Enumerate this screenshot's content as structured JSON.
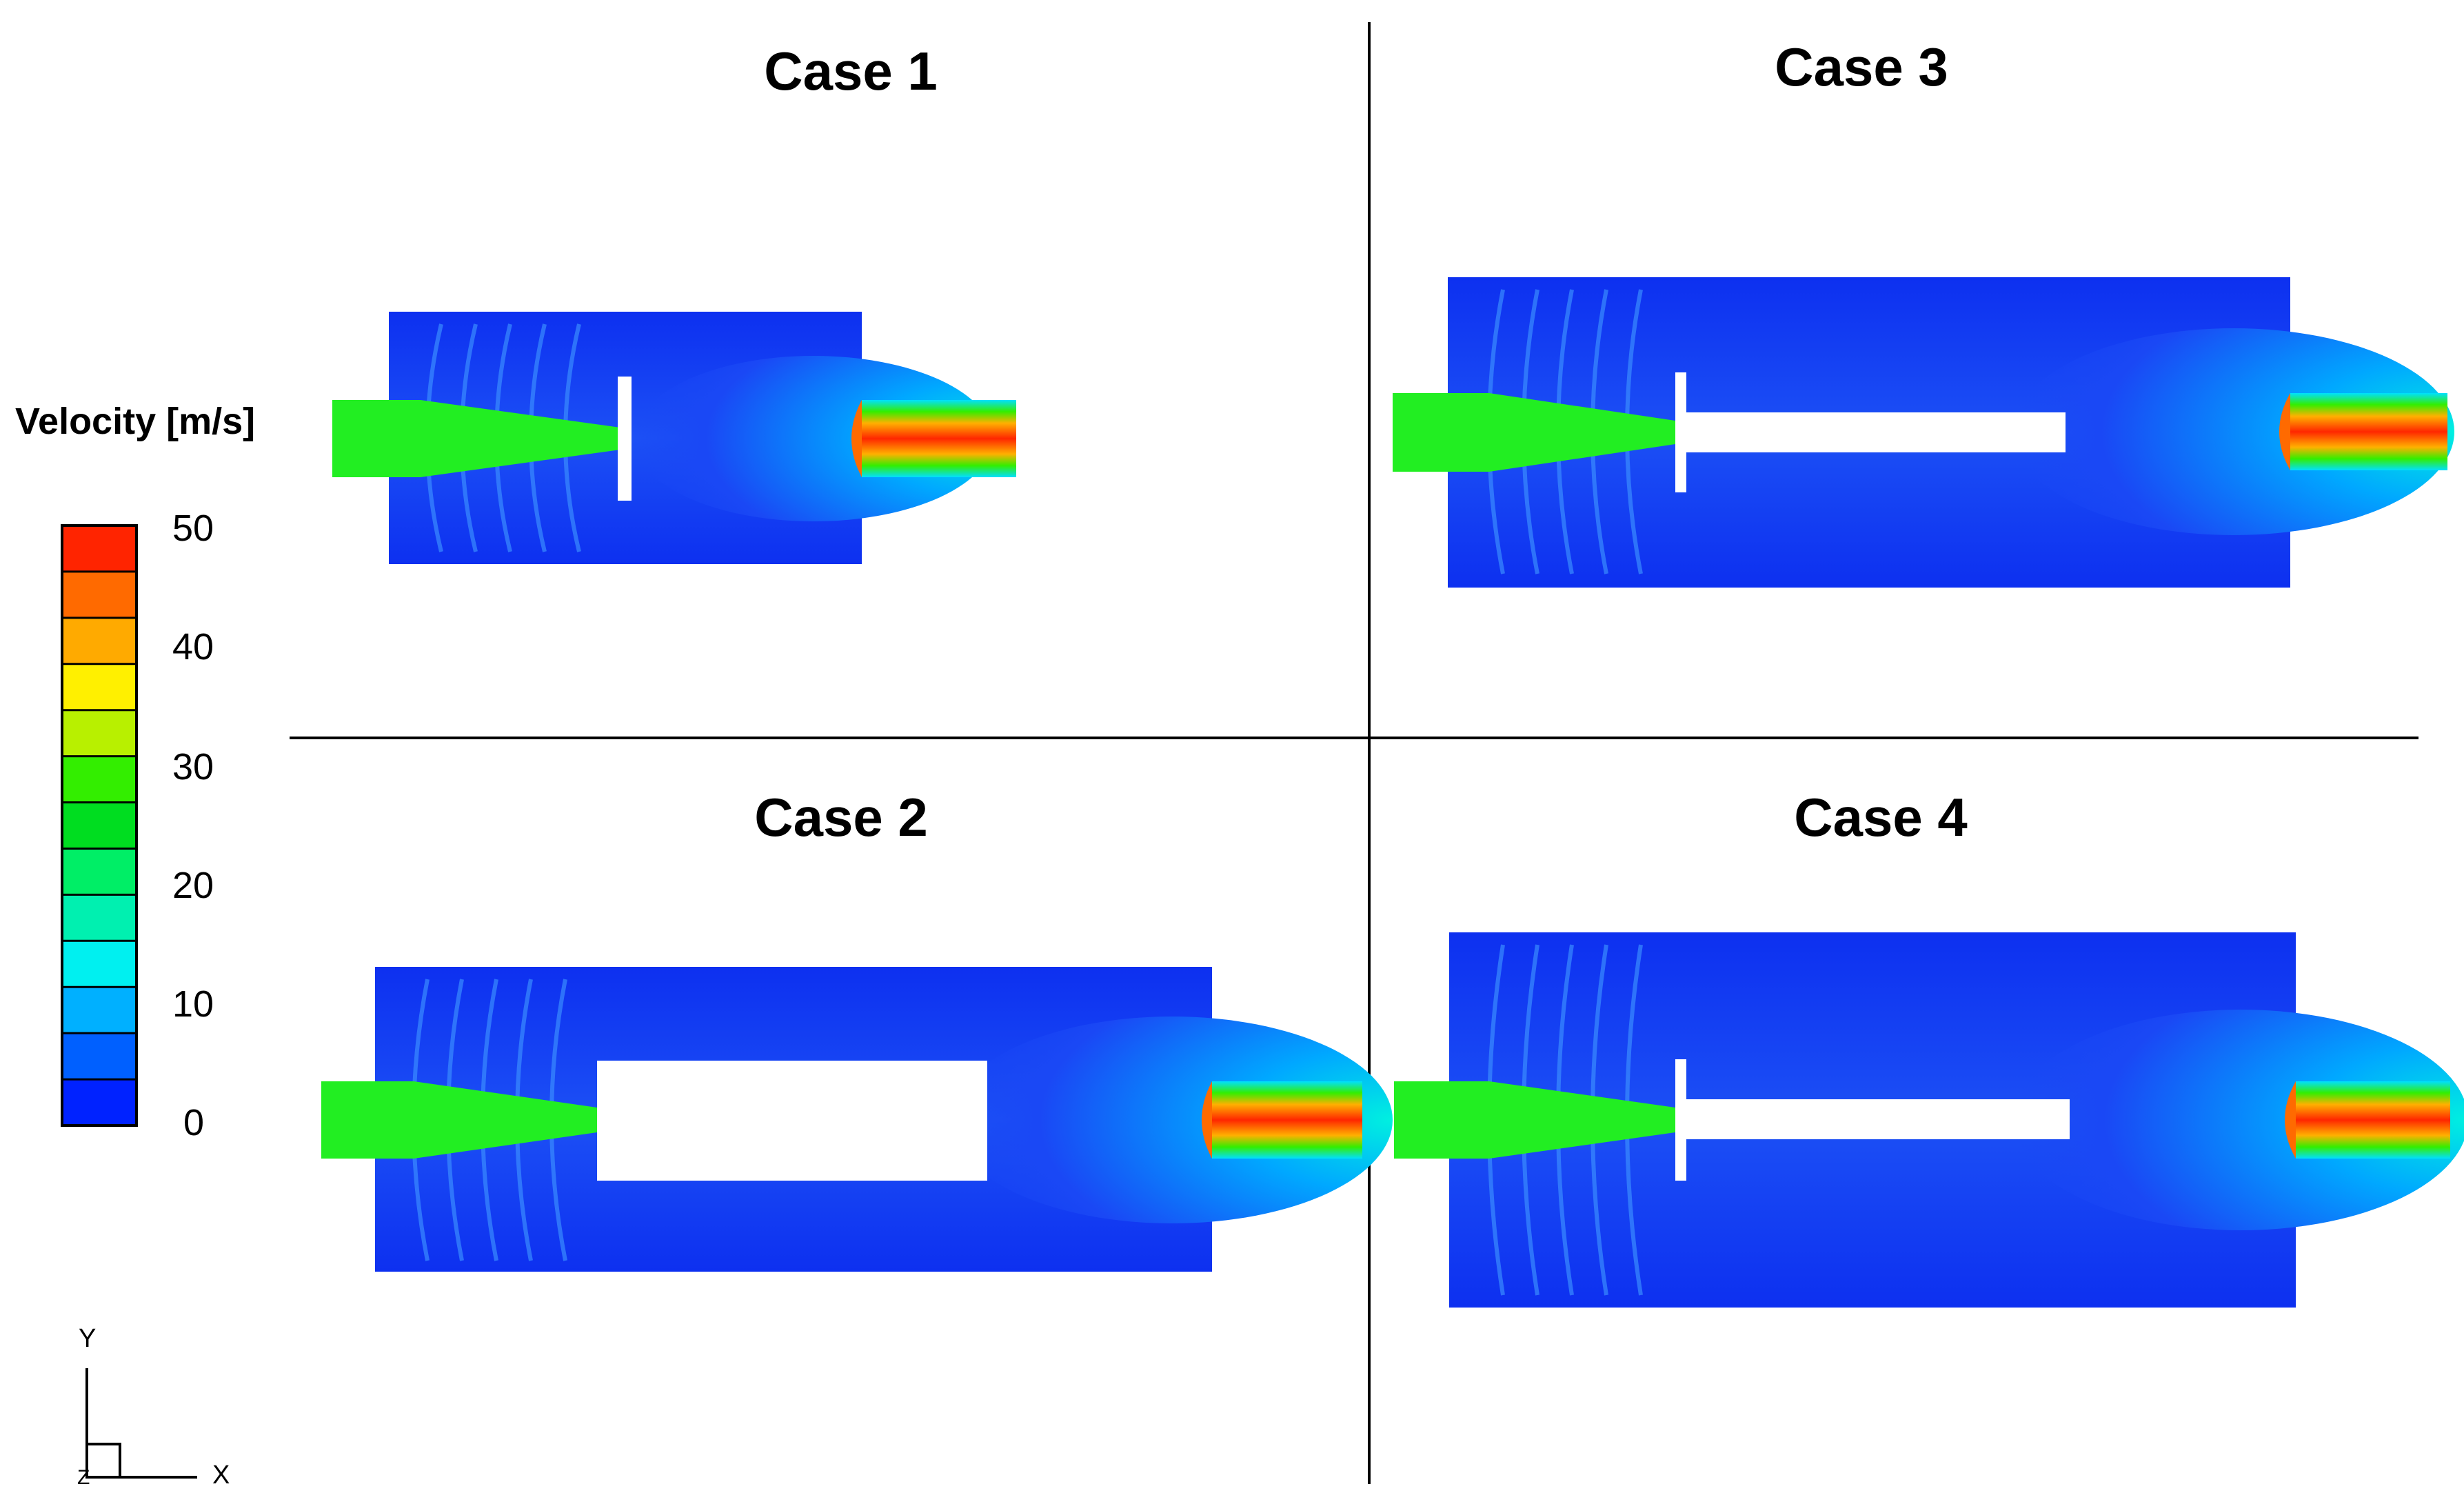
{
  "legend": {
    "title": "Velocity [m/s]",
    "ticks": [
      "50",
      "40",
      "30",
      "20",
      "10",
      "0"
    ],
    "min": 0,
    "max": 50,
    "bands": [
      "#ff2400",
      "#ff6a00",
      "#ffaa00",
      "#fff000",
      "#b8f000",
      "#33ee00",
      "#00dd20",
      "#00ee66",
      "#00f0b0",
      "#00f0f0",
      "#00b0ff",
      "#0060ff",
      "#0022ff"
    ]
  },
  "cases": [
    {
      "id": "case-1",
      "title": "Case 1"
    },
    {
      "id": "case-3",
      "title": "Case 3"
    },
    {
      "id": "case-2",
      "title": "Case 2"
    },
    {
      "id": "case-4",
      "title": "Case 4"
    }
  ],
  "axes_triad": {
    "y": "Y",
    "x": "X",
    "z": "Z"
  },
  "colors": {
    "field_low": "#0a2cf0",
    "field_mid": "#1f55f5",
    "jet_inlet": "#22ee22",
    "jet_outlet_core": "#ff2a00",
    "jet_outlet_edge": "#ff9900"
  }
}
